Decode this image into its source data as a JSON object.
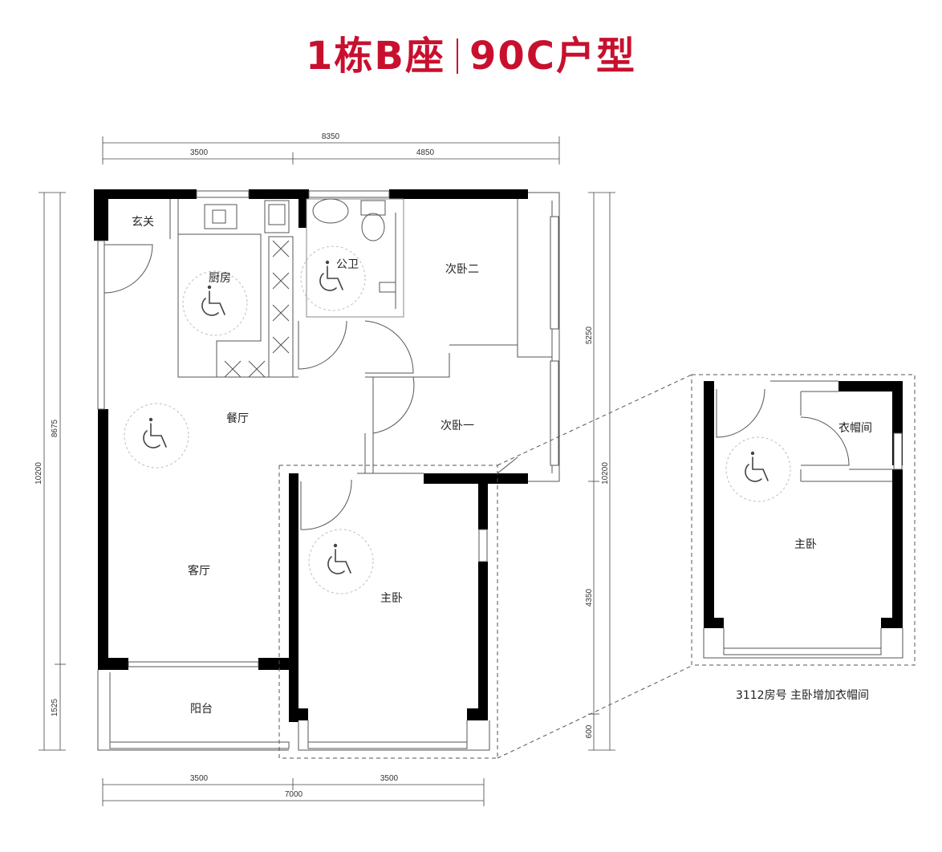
{
  "title": {
    "part1": "1栋B座",
    "part2": "90C户型",
    "color": "#c8102e"
  },
  "rooms": {
    "entry": "玄关",
    "kitchen": "厨房",
    "bath": "公卫",
    "bedroom2": "次卧二",
    "bedroom1": "次卧一",
    "dining": "餐厅",
    "living": "客厅",
    "master": "主卧",
    "balcony": "阳台"
  },
  "inset": {
    "wardrobe": "衣帽间",
    "master": "主卧",
    "caption": "3112房号  主卧增加衣帽间"
  },
  "dimensions": {
    "top_total": "8350",
    "top_left": "3500",
    "top_right": "4850",
    "bottom_left": "3500",
    "bottom_right": "3500",
    "bottom_total": "7000",
    "left_outer": "10200",
    "left_inner_top": "8675",
    "left_inner_bottom": "1525",
    "right_outer": "10200",
    "right_top": "5250",
    "right_mid": "4350",
    "right_bottom": "600"
  },
  "icons": {
    "accessibility": "wheelchair-accessible-icon"
  }
}
